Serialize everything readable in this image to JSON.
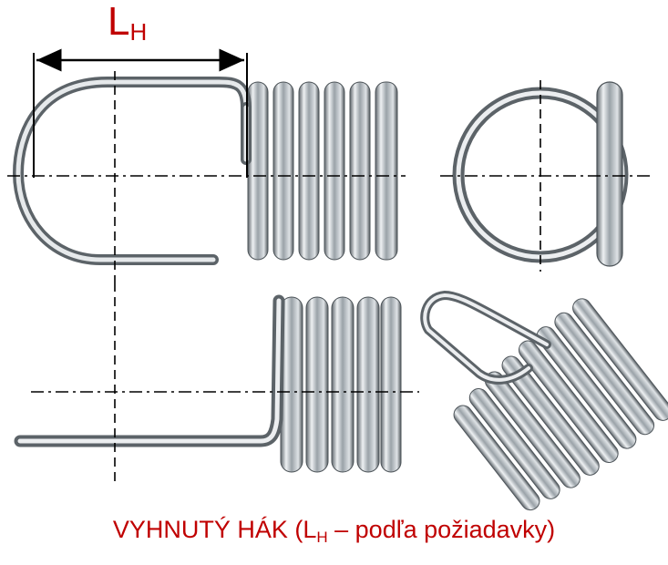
{
  "dimension": {
    "symbol": "L",
    "subscript": "H",
    "color": "#c00000"
  },
  "caption": {
    "prefix": "VYHNUTÝ HÁK (L",
    "subscript": "H",
    "suffix": " – podľa požiadavky)",
    "color": "#c00000"
  },
  "views": [
    {
      "name": "front-view"
    },
    {
      "name": "end-view"
    },
    {
      "name": "side-view"
    },
    {
      "name": "isometric-view"
    }
  ]
}
